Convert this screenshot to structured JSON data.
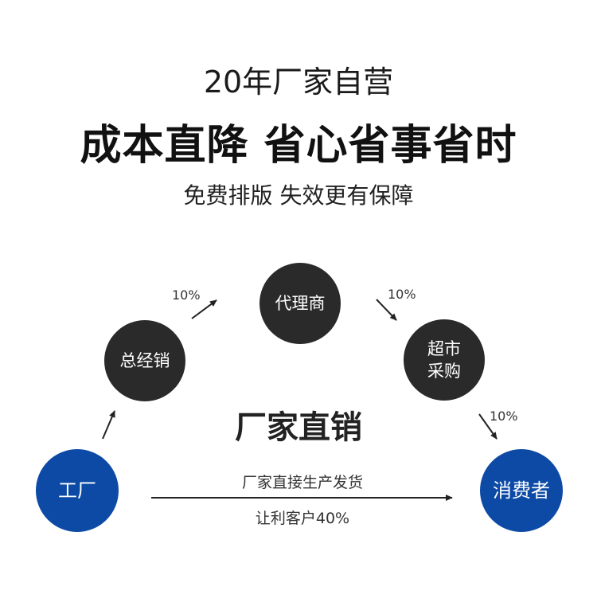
{
  "header": {
    "line1": "20年厂家自营",
    "line2": "成本直降 省心省事省时",
    "line3": "免费排版 失效更有保障"
  },
  "nodes": {
    "general_distributor": "总经销",
    "agent": "代理商",
    "supermarket": "超市\n采购",
    "factory": "工厂",
    "consumer": "消费者"
  },
  "markups": [
    "10%",
    "10%",
    "10%"
  ],
  "center_label": "厂家直销",
  "direct_route": {
    "caption_top": "厂家直接生产发货",
    "caption_bottom": "让利客户40%"
  },
  "colors": {
    "dark_node": "#2a2a2a",
    "blue_node": "#0c4aa6",
    "arrow": "#222222"
  }
}
